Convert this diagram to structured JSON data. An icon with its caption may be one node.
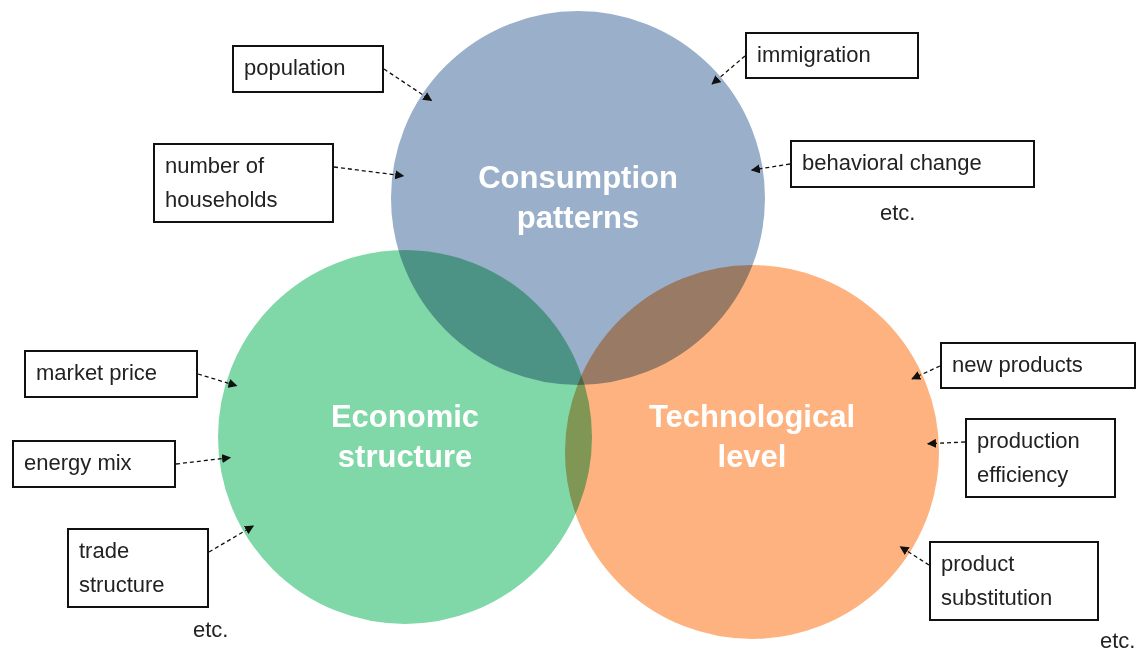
{
  "diagram": {
    "nodes": [
      {
        "text": [
          "Consumption patterns"
        ]
      },
      {
        "text": [
          "Economic structure"
        ]
      },
      {
        "text": [
          "Technological level"
        ]
      },
      {
        "text": [
          "population"
        ]
      },
      {
        "text": [
          "number of households"
        ]
      },
      {
        "text": [
          "immigration"
        ]
      },
      {
        "text": [
          "behavioral change"
        ]
      },
      {
        "text": [
          "market price"
        ]
      },
      {
        "text": [
          "energy mix"
        ]
      },
      {
        "text": [
          "trade structure"
        ]
      },
      {
        "text": [
          "new products"
        ]
      },
      {
        "text": [
          "production efficiency"
        ]
      },
      {
        "text": [
          "product substitution"
        ]
      }
    ],
    "edges": [
      {
        "from": 3,
        "to": 0,
        "arrow": "to",
        "style": "dashed"
      },
      {
        "from": 4,
        "to": 0,
        "arrow": "to",
        "style": "dashed"
      },
      {
        "from": 5,
        "to": 0,
        "arrow": "to",
        "style": "dashed"
      },
      {
        "from": 6,
        "to": 0,
        "arrow": "to",
        "style": "dashed"
      },
      {
        "from": 7,
        "to": 1,
        "arrow": "to",
        "style": "dashed"
      },
      {
        "from": 8,
        "to": 1,
        "arrow": "to",
        "style": "dashed"
      },
      {
        "from": 9,
        "to": 1,
        "arrow": "to",
        "style": "dashed"
      },
      {
        "from": 10,
        "to": 2,
        "arrow": "to",
        "style": "dashed"
      },
      {
        "from": 11,
        "to": 2,
        "arrow": "to",
        "style": "dashed"
      },
      {
        "from": 12,
        "to": 2,
        "arrow": "to",
        "style": "dashed"
      }
    ],
    "labels": [
      "etc.",
      "etc.",
      "etc."
    ]
  }
}
